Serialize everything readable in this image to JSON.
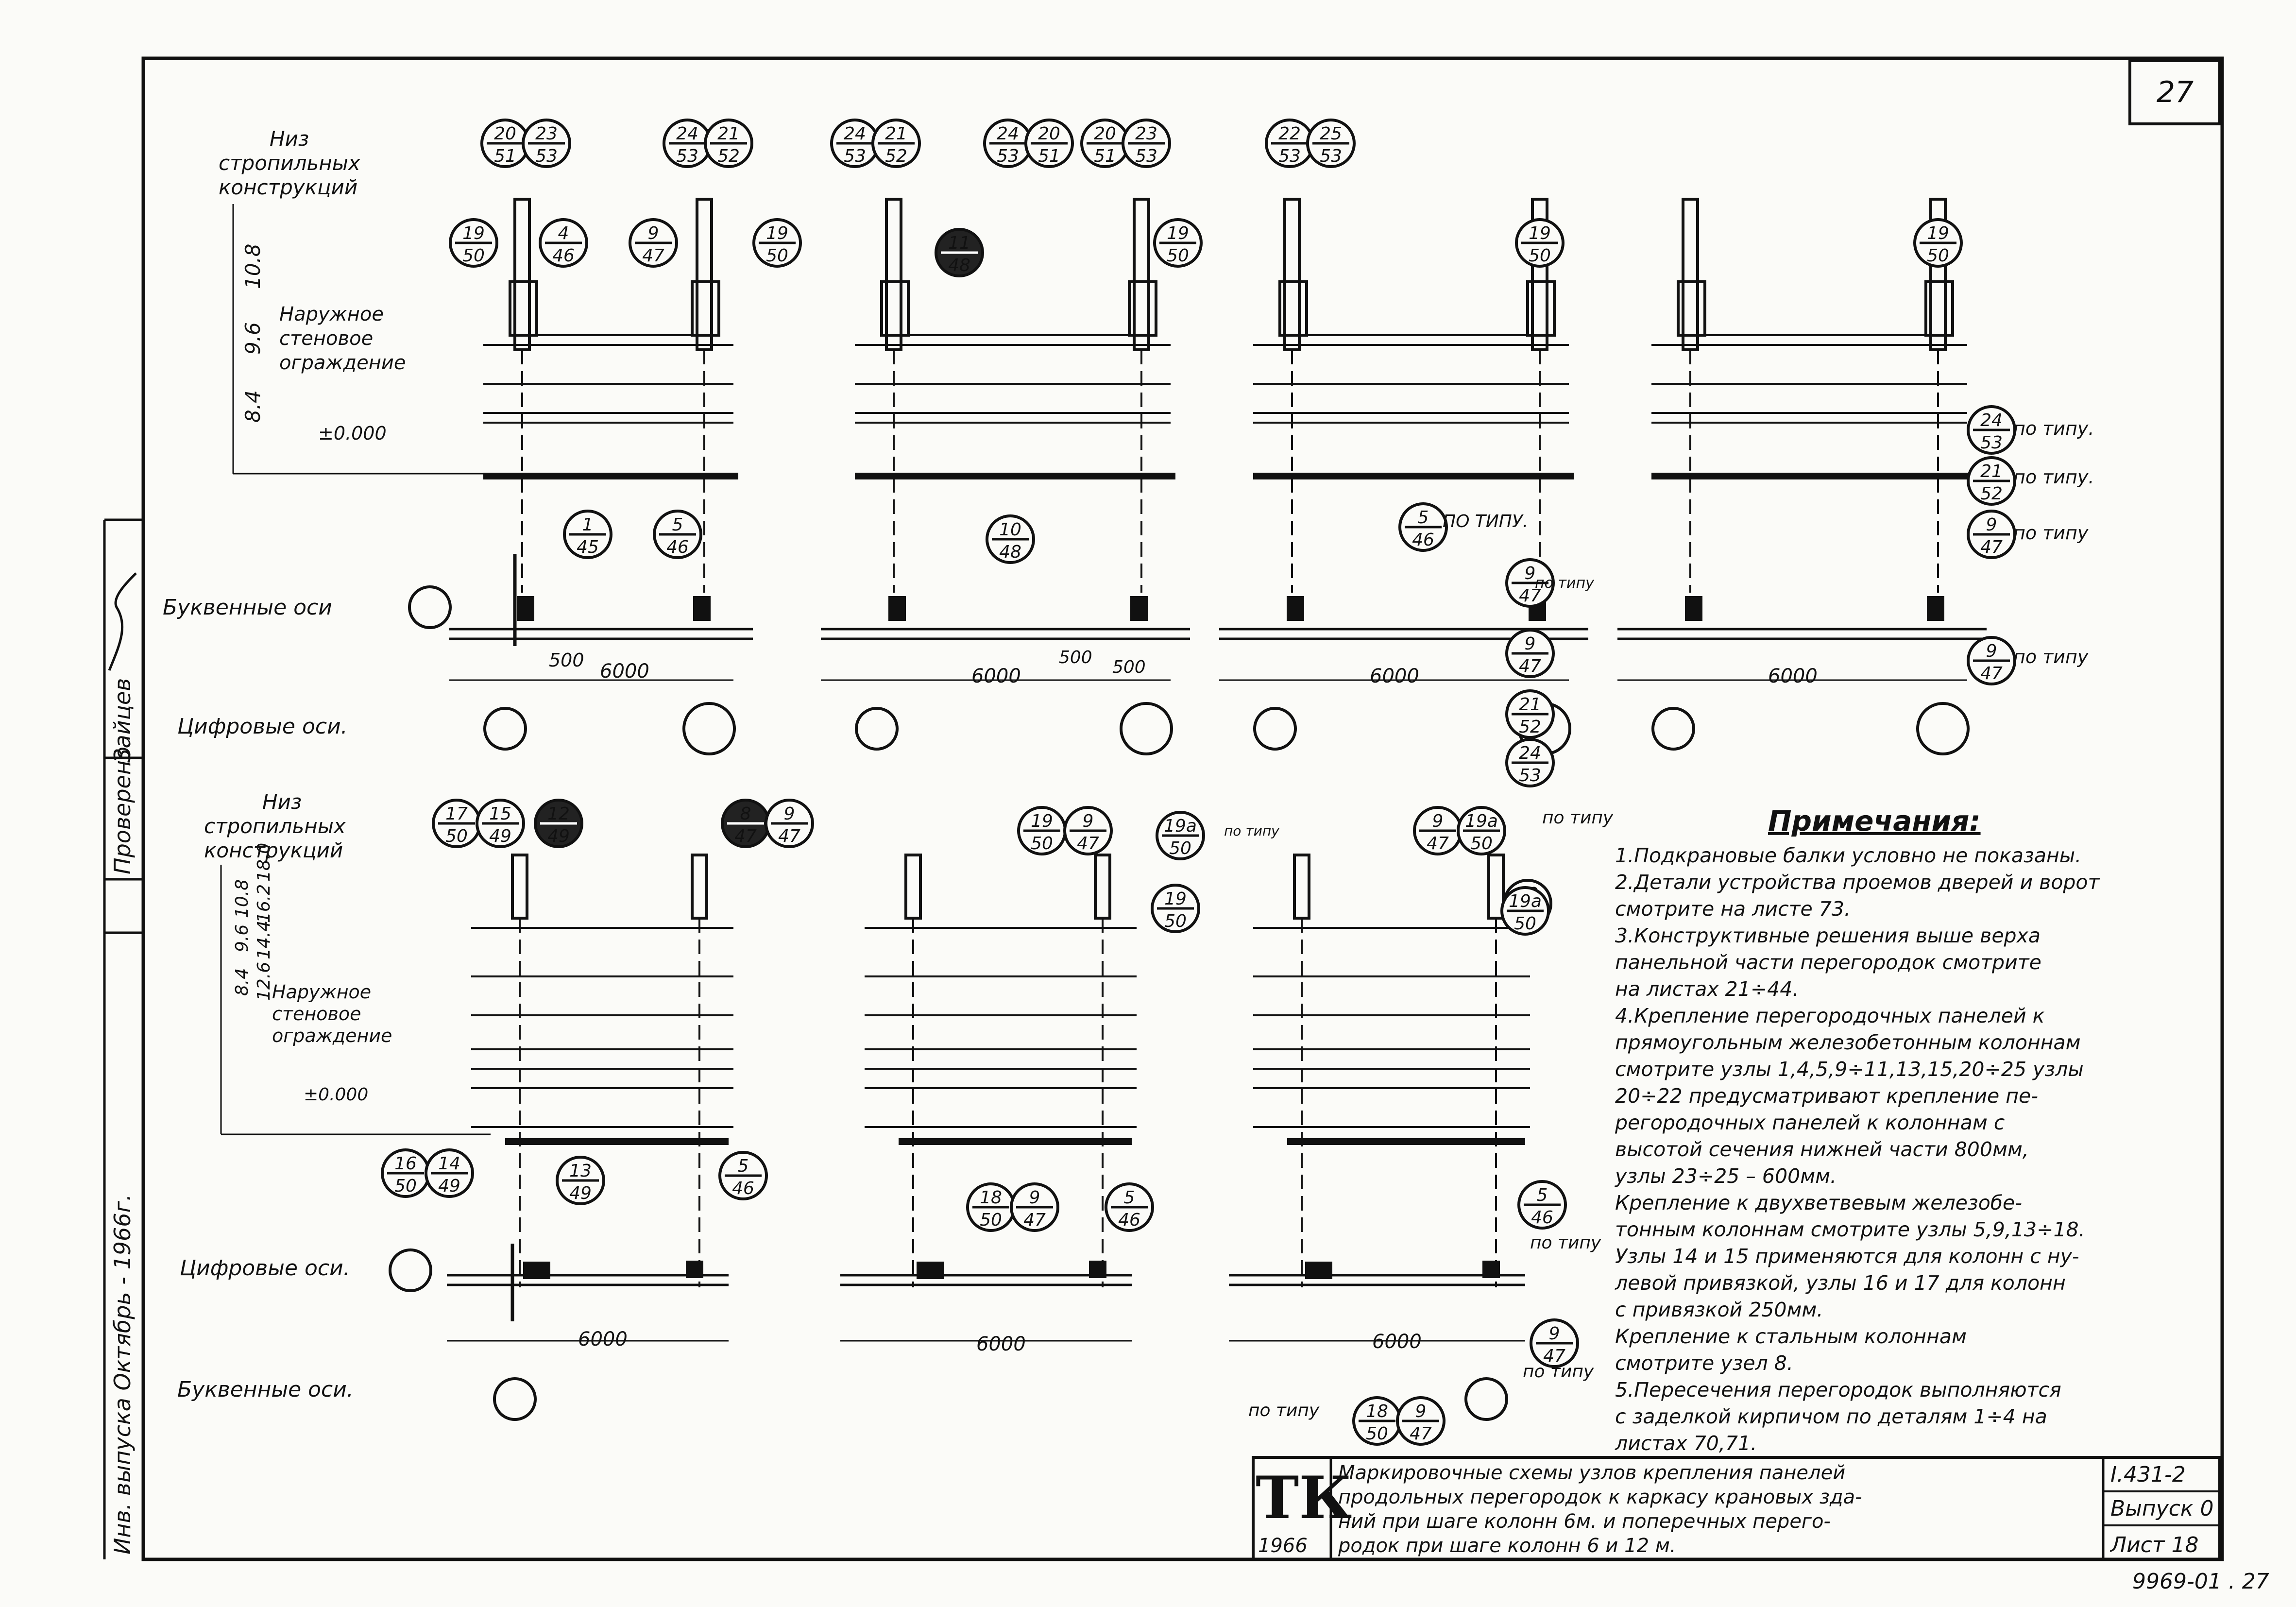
{
  "sheet": {
    "page_number": "27",
    "footer_code": "9969-01 . 27"
  },
  "labels": {
    "top_truss_level": [
      "Низ",
      "стропильных",
      "конструкций"
    ],
    "bottom_truss_level": [
      "Низ",
      "стропильных",
      "конструкций"
    ],
    "outer_wall_top": [
      "Наружное",
      "стеновое",
      "ограждение"
    ],
    "outer_wall_bottom": [
      "Наружное",
      "стеновое",
      "ограждение"
    ],
    "letter_axes_top": "Буквенные оси",
    "letter_axes_bottom": "Буквенные оси.",
    "digit_axes_top": "Цифровые оси.",
    "digit_axes_bottom": "Цифровые оси.",
    "zero_top": "±0.000",
    "zero_bottom": "±0.000",
    "heights_top": [
      "8.4",
      "9.6",
      "10.8"
    ],
    "heights_bottom": [
      "8.4",
      "9.6",
      "10.8",
      "12.6",
      "14.4",
      "16.2",
      "18.0"
    ],
    "po_tipu": "по типу.",
    "po_tipu_plain": "по типу",
    "po_tipu_mark": "ПО ТИПУ.",
    "dims": {
      "d500": "500",
      "d6000": "6000",
      "d500b": "500",
      "d500c": "500"
    }
  },
  "marks": {
    "m1": [
      "20",
      "51"
    ],
    "m2": [
      "23",
      "53"
    ],
    "m3": [
      "24",
      "53"
    ],
    "m4": [
      "21",
      "52"
    ],
    "m5": [
      "24",
      "53"
    ],
    "m6": [
      "21",
      "52"
    ],
    "m7": [
      "24",
      "53"
    ],
    "m8": [
      "20",
      "51"
    ],
    "m9": [
      "20",
      "51"
    ],
    "m10": [
      "23",
      "53"
    ],
    "m11": [
      "22",
      "53"
    ],
    "m12": [
      "25",
      "53"
    ],
    "m13": [
      "19",
      "50"
    ],
    "m14": [
      "4",
      "46"
    ],
    "m15": [
      "9",
      "47"
    ],
    "m16": [
      "19",
      "50"
    ],
    "m17": [
      "11",
      "48"
    ],
    "m18": [
      "19",
      "50"
    ],
    "m19": [
      "19",
      "50"
    ],
    "m20": [
      "19",
      "50"
    ],
    "m21": [
      "1",
      "45"
    ],
    "m22": [
      "5",
      "46"
    ],
    "m23": [
      "10",
      "48"
    ],
    "m24": [
      "5",
      "46"
    ],
    "m25": [
      "24",
      "53"
    ],
    "m26": [
      "21",
      "52"
    ],
    "m27": [
      "9",
      "47"
    ],
    "m28": [
      "9",
      "47"
    ],
    "m29": [
      "9",
      "47"
    ],
    "m30": [
      "9",
      "47"
    ],
    "m31": [
      "21",
      "52"
    ],
    "m32": [
      "24",
      "53"
    ],
    "m33": [
      "17",
      "50"
    ],
    "m34": [
      "15",
      "49"
    ],
    "m35": [
      "12",
      "49"
    ],
    "m36": [
      "8",
      "47"
    ],
    "m37": [
      "9",
      "47"
    ],
    "m38": [
      "19",
      "50"
    ],
    "m39": [
      "9",
      "47"
    ],
    "m40": [
      "19a",
      "50"
    ],
    "m41": [
      "19",
      "50"
    ],
    "m42": [
      "9",
      "47"
    ],
    "m43": [
      "19a",
      "50"
    ],
    "m44": [
      "19",
      "50"
    ],
    "m45": [
      "16",
      "50"
    ],
    "m46": [
      "14",
      "49"
    ],
    "m47": [
      "13",
      "49"
    ],
    "m48": [
      "5",
      "46"
    ],
    "m49": [
      "18",
      "50"
    ],
    "m50": [
      "9",
      "47"
    ],
    "m51": [
      "5",
      "46"
    ],
    "m52": [
      "5",
      "46"
    ],
    "m53": [
      "9",
      "47"
    ],
    "m54": [
      "18",
      "50"
    ],
    "m55": [
      "9",
      "47"
    ],
    "m56": [
      "19a",
      "50"
    ]
  },
  "notes": {
    "title": "Примечания:",
    "lines": [
      "1.Подкрановые балки условно не показаны.",
      "2.Детали устройства проемов дверей и ворот",
      "смотрите на листе 73.",
      "3.Конструктивные решения выше верха",
      "панельной части перегородок смотрите",
      "на листах 21÷44.",
      "4.Крепление перегородочных панелей к",
      "прямоугольным железобетонным колоннам",
      "смотрите узлы 1,4,5,9÷11,13,15,20÷25 узлы",
      "20÷22 предусматривают крепление пе-",
      "регородочных панелей к колоннам с",
      "высотой сечения нижней части 800мм,",
      "узлы 23÷25 – 600мм.",
      "Крепление к двухветвевым железобе-",
      "тонным колоннам смотрите узлы 5,9,13÷18.",
      "Узлы 14 и 15 применяются для колонн с ну-",
      "левой привязкой, узлы 16 и 17 для колонн",
      "с привязкой 250мм.",
      "Крепление к стальным колоннам",
      "смотрите узел 8.",
      "5.Пересечения перегородок выполняются",
      "с заделкой кирпичом по деталям 1÷4 на",
      "листах 70,71."
    ]
  },
  "stamp": {
    "logo": "ТК",
    "year": "1966",
    "title_lines": [
      "Маркировочные схемы узлов крепления панелей",
      "продольных перегородок к каркасу крановых зда-",
      "ний при шаге колонн 6м. и поперечных перего-",
      "родок при шаге колонн 6 и 12 м."
    ],
    "series": "I.431-2",
    "issue": "Выпуск 0",
    "sheet": "Лист 18"
  },
  "side_stamp": {
    "released": "Инв. выпуска Октябрь - 1966г.",
    "checked": "Проверено",
    "checker": "Зайцев"
  }
}
